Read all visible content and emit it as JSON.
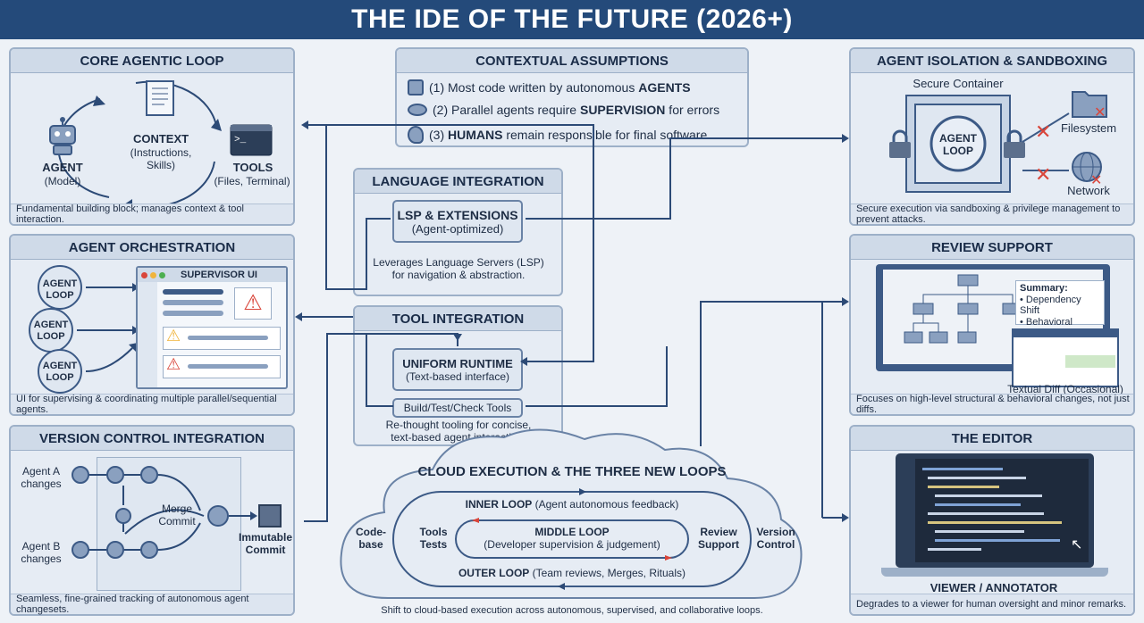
{
  "title": "THE IDE OF THE FUTURE (2026+)",
  "core_loop": {
    "title": "CORE AGENTIC LOOP",
    "context_label": "CONTEXT",
    "context_sub": "(Instructions,\nSkills)",
    "agent_label": "AGENT",
    "agent_sub": "(Model)",
    "tools_label": "TOOLS",
    "tools_sub": "(Files, Terminal)",
    "terminal_prompt": ">_",
    "footer": "Fundamental building block; manages context & tool interaction."
  },
  "assumptions": {
    "title": "CONTEXTUAL ASSUMPTIONS",
    "items": [
      {
        "pre": "(1) Most code written by autonomous ",
        "bold": "AGENTS",
        "post": ""
      },
      {
        "pre": "(2) Parallel agents require ",
        "bold": "SUPERVISION",
        "post": " for errors"
      },
      {
        "pre": "(3) ",
        "bold": "HUMANS",
        "post": " remain responsible for final software"
      }
    ]
  },
  "isolation": {
    "title": "AGENT ISOLATION & SANDBOXING",
    "container_label": "Secure Container",
    "agent_loop": "AGENT\nLOOP",
    "filesystem": "Filesystem",
    "network": "Network",
    "footer": "Secure execution via sandboxing & privilege management to prevent attacks."
  },
  "language": {
    "title": "LANGUAGE INTEGRATION",
    "box_title": "LSP & EXTENSIONS",
    "box_sub": "(Agent-optimized)",
    "desc": "Leverages Language Servers (LSP)\nfor navigation & abstraction."
  },
  "orchestration": {
    "title": "AGENT ORCHESTRATION",
    "loop_label": "AGENT\nLOOP",
    "supervisor": "SUPERVISOR UI",
    "footer": "UI for supervising & coordinating multiple parallel/sequential agents."
  },
  "tool_integration": {
    "title": "TOOL INTEGRATION",
    "runtime_title": "UNIFORM RUNTIME",
    "runtime_sub": "(Text-based interface)",
    "build": "Build/Test/Check Tools",
    "desc": "Re-thought tooling for concise,\ntext-based agent interaction."
  },
  "review": {
    "title": "REVIEW SUPPORT",
    "summary_title": "Summary:",
    "summary_items": [
      "• Dependency Shift",
      "• Behavioral Change",
      "..."
    ],
    "diff_label": "Textual Diff (Occasional)",
    "footer": "Focuses on high-level structural & behavioral changes, not just diffs."
  },
  "version_control": {
    "title": "VERSION CONTROL INTEGRATION",
    "agent_a": "Agent A\nchanges",
    "agent_b": "Agent B\nchanges",
    "merge": "Merge\nCommit",
    "immutable": "Immutable\nCommit",
    "footer": "Seamless, fine-grained tracking of autonomous agent changesets."
  },
  "cloud": {
    "title": "CLOUD EXECUTION & THE THREE NEW LOOPS",
    "inner_bold": "INNER LOOP",
    "inner_rest": " (Agent autonomous feedback)",
    "middle_bold": "MIDDLE LOOP",
    "middle_rest": "(Developer supervision & judgement)",
    "outer_bold": "OUTER LOOP",
    "outer_rest": " (Team reviews, Merges, Rituals)",
    "codebase": "Code-\nbase",
    "tools_tests": "Tools\nTests",
    "review_support": "Review\nSupport",
    "version_control": "Version\nControl",
    "footer": "Shift to cloud-based execution across autonomous, supervised, and collaborative loops."
  },
  "editor": {
    "title": "THE EDITOR",
    "viewer": "VIEWER / ANNOTATOR",
    "footer": "Degrades to a viewer for human oversight and minor remarks."
  },
  "colors": {
    "accent": "#244a7a",
    "warning_red": "#d9453a",
    "warning_yellow": "#f0b43c"
  }
}
